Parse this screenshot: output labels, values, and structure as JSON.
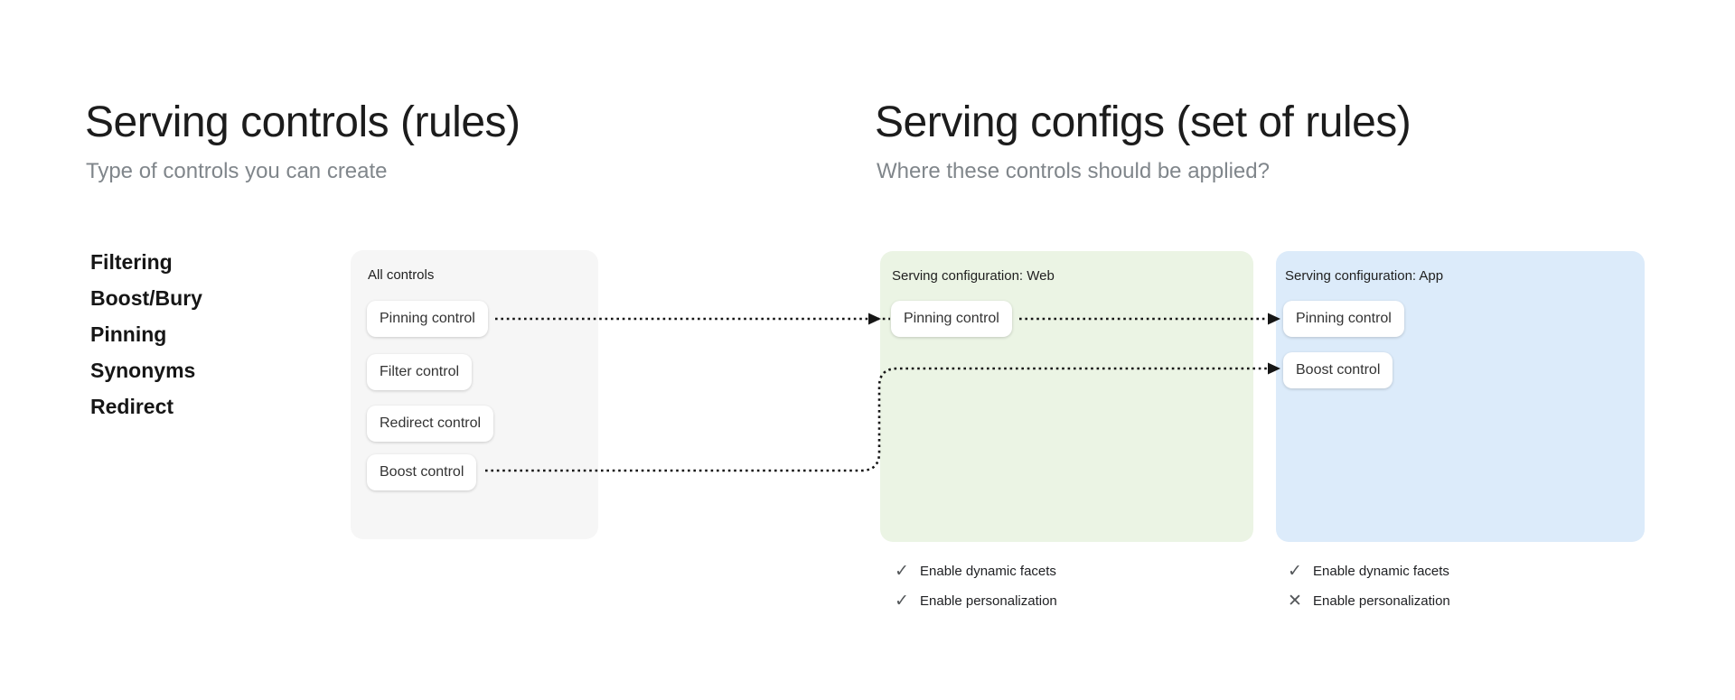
{
  "diagram": {
    "left_panel": {
      "title": "Serving controls (rules)",
      "subtitle": "Type of controls you can create",
      "control_types": [
        "Filtering",
        "Boost/Bury",
        "Pinning",
        "Synonyms",
        "Redirect"
      ],
      "all_controls_card": {
        "label": "All controls",
        "controls": [
          "Pinning control",
          "Filter control",
          "Redirect control",
          "Boost control"
        ]
      }
    },
    "right_panel": {
      "title": "Serving configs (set of rules)",
      "subtitle": "Where these controls should be applied?",
      "configs": [
        {
          "label": "Serving configuration: Web",
          "controls": [
            "Pinning control"
          ],
          "features": [
            {
              "label": "Enable dynamic facets",
              "icon": "✓",
              "enabled": true
            },
            {
              "label": "Enable personalization",
              "icon": "✓",
              "enabled": true
            }
          ]
        },
        {
          "label": "Serving configuration: App",
          "controls": [
            "Pinning control",
            "Boost control"
          ],
          "features": [
            {
              "label": "Enable dynamic facets",
              "icon": "✓",
              "enabled": true
            },
            {
              "label": "Enable personalization",
              "icon": "✕",
              "enabled": false
            }
          ]
        }
      ]
    },
    "connections": [
      {
        "from": "All controls / Pinning control",
        "to": "Serving configuration: Web / Pinning control",
        "style": "dotted-arrow"
      },
      {
        "from": "Serving configuration: Web / Pinning control",
        "to": "Serving configuration: App / Pinning control",
        "style": "dotted-arrow"
      },
      {
        "from": "All controls / Boost control",
        "to": "Serving configuration: App / Boost control",
        "style": "dotted-arrow"
      }
    ],
    "colors": {
      "background": "#ffffff",
      "all_controls_card_bg": "#f6f6f6",
      "web_card_bg": "#ebf4e4",
      "app_card_bg": "#dcebfa",
      "title_text": "#1c1c1c",
      "subtitle_text": "#80868b",
      "pill_bg": "#ffffff",
      "pill_text": "#333333",
      "check_icon_color": "#54575a",
      "arrow_color": "#161616"
    }
  }
}
